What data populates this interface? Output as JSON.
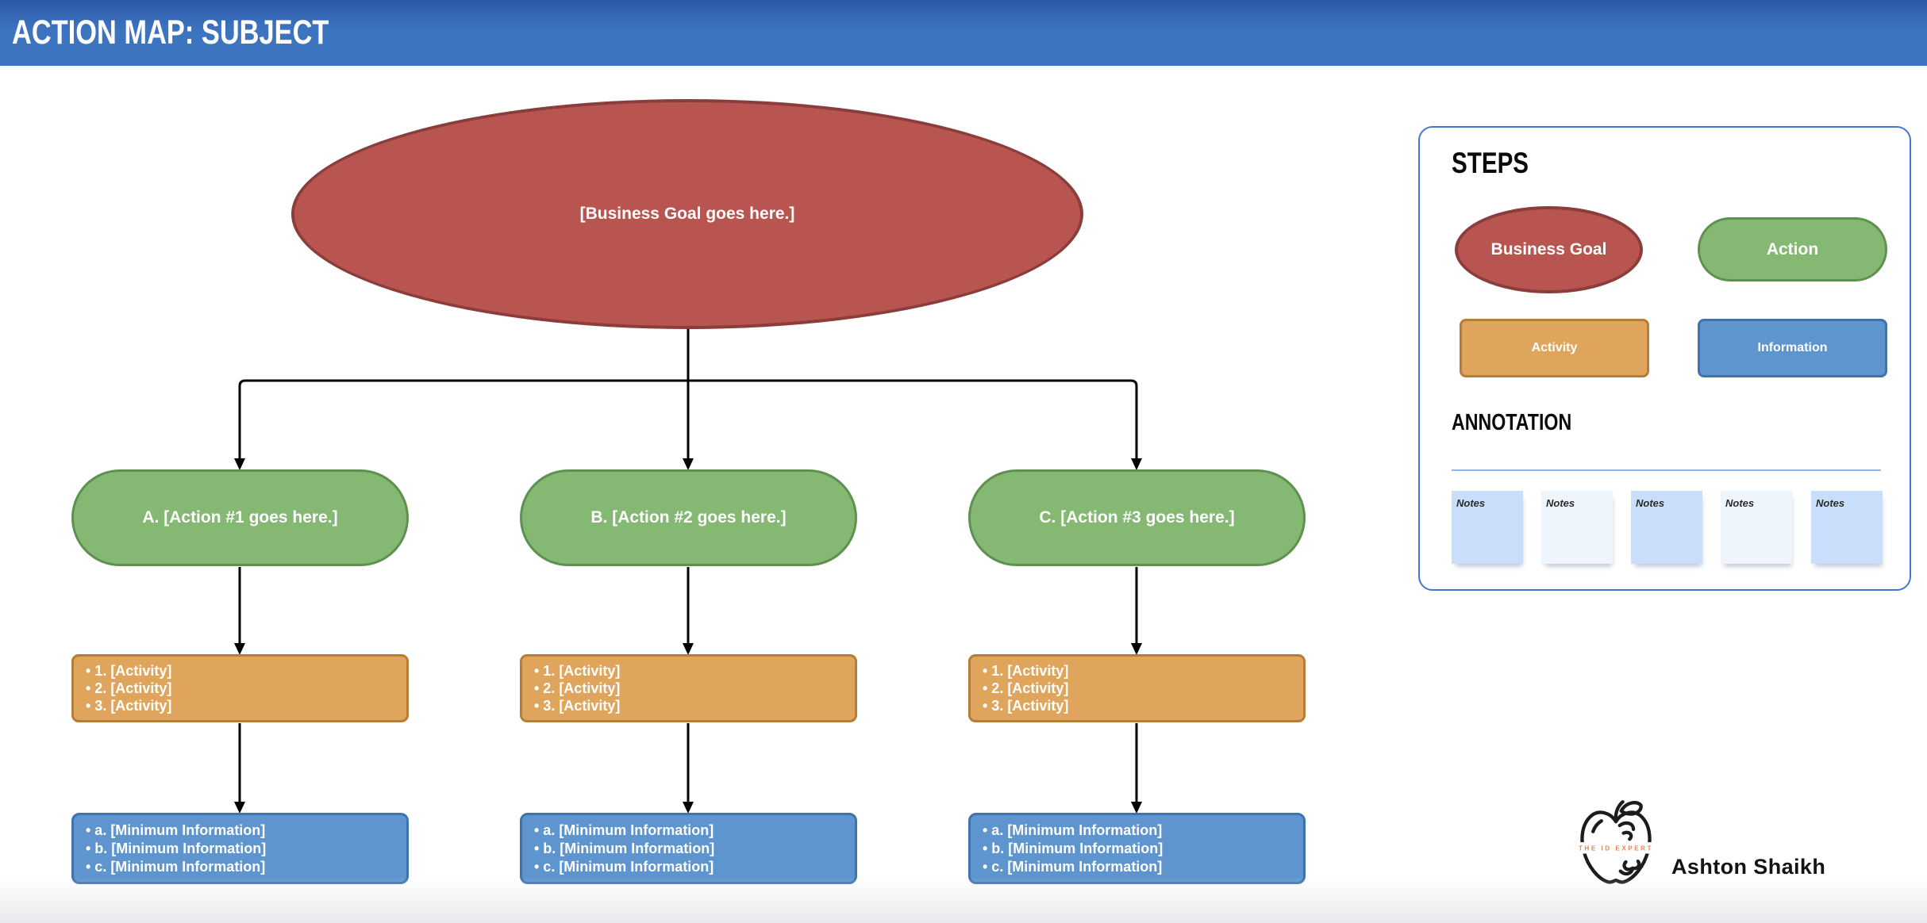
{
  "header": {
    "title": "ACTION MAP: SUBJECT"
  },
  "goal": {
    "label": "[Business Goal goes here.]"
  },
  "columns": [
    {
      "action": "A. [Action #1 goes here.]",
      "activities": [
        "• 1. [Activity]",
        "• 2. [Activity]",
        "• 3. [Activity]"
      ],
      "information": [
        "• a. [Minimum Information]",
        "• b. [Minimum Information]",
        "• c. [Minimum Information]"
      ]
    },
    {
      "action": "B. [Action #2 goes here.]",
      "activities": [
        "• 1. [Activity]",
        "• 2. [Activity]",
        "• 3. [Activity]"
      ],
      "information": [
        "• a. [Minimum Information]",
        "• b. [Minimum Information]",
        "• c. [Minimum Information]"
      ]
    },
    {
      "action": "C. [Action #3 goes here.]",
      "activities": [
        "• 1. [Activity]",
        "• 2. [Activity]",
        "• 3. [Activity]"
      ],
      "information": [
        "• a. [Minimum Information]",
        "• b. [Minimum Information]",
        "• c. [Minimum Information]"
      ]
    }
  ],
  "legend": {
    "title": "STEPS",
    "business_goal_label": "Business Goal",
    "action_label": "Action",
    "activity_label": "Activity",
    "information_label": "Information",
    "annotation_title": "ANNOTATION",
    "notes": [
      "Notes",
      "Notes",
      "Notes",
      "Notes",
      "Notes"
    ]
  },
  "branding": {
    "logo_text": "THE ID EXPERT",
    "author": "Ashton Shaikh"
  },
  "colors": {
    "header_blue": "#3C74C0",
    "header_blue_dark": "#2B59A8",
    "red_fill": "#B95551",
    "red_stroke": "#8A3D3B",
    "green_fill": "#85B973",
    "green_stroke": "#5E9150",
    "orange_fill": "#E0A55C",
    "orange_stroke": "#B57D35",
    "blue_fill": "#5E95CE",
    "blue_stroke": "#3E73AE",
    "panel_border": "#4077D4",
    "divider_blue": "#8FB4E8",
    "note_blue": "#C9DEFA",
    "note_light": "#EEF5FC",
    "logo_orange": "#ED8250",
    "connector_black": "#000000"
  }
}
